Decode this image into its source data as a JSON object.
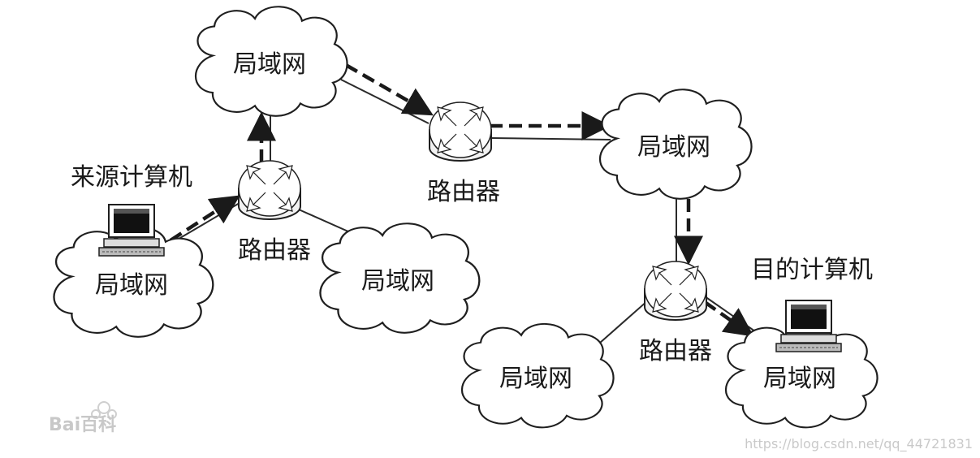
{
  "labels": {
    "lan": "局域网",
    "router": "路由器",
    "source_computer": "来源计算机",
    "dest_computer": "目的计算机"
  },
  "watermarks": {
    "baidu": "Bai百科",
    "url": "https://blog.csdn.net/qq_44721831"
  }
}
